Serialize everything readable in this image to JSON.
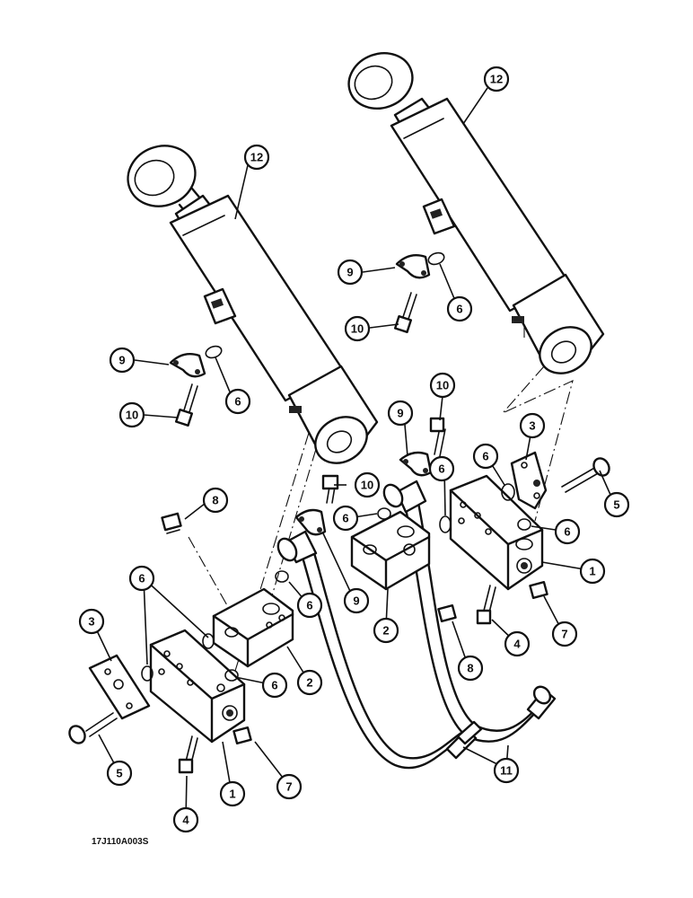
{
  "figure": {
    "code": "17J110A003S"
  },
  "callouts": [
    {
      "id": "c12a",
      "label": "12"
    },
    {
      "id": "c12b",
      "label": "12"
    },
    {
      "id": "c9a",
      "label": "9"
    },
    {
      "id": "c10a",
      "label": "10"
    },
    {
      "id": "c6a",
      "label": "6"
    },
    {
      "id": "c9b",
      "label": "9"
    },
    {
      "id": "c10b",
      "label": "10"
    },
    {
      "id": "c6b",
      "label": "6"
    },
    {
      "id": "c10c",
      "label": "10"
    },
    {
      "id": "c9c",
      "label": "9"
    },
    {
      "id": "c6c",
      "label": "6"
    },
    {
      "id": "c6d",
      "label": "6"
    },
    {
      "id": "c3a",
      "label": "3"
    },
    {
      "id": "c5a",
      "label": "5"
    },
    {
      "id": "c10d",
      "label": "10"
    },
    {
      "id": "c6e",
      "label": "6"
    },
    {
      "id": "c6f",
      "label": "6"
    },
    {
      "id": "c8a",
      "label": "8"
    },
    {
      "id": "c1a",
      "label": "1"
    },
    {
      "id": "c6g",
      "label": "6"
    },
    {
      "id": "c9d",
      "label": "9"
    },
    {
      "id": "c2a",
      "label": "2"
    },
    {
      "id": "c6h",
      "label": "6"
    },
    {
      "id": "c4a",
      "label": "4"
    },
    {
      "id": "c7a",
      "label": "7"
    },
    {
      "id": "c8b",
      "label": "8"
    },
    {
      "id": "c3b",
      "label": "3"
    },
    {
      "id": "c2b",
      "label": "2"
    },
    {
      "id": "c6i",
      "label": "6"
    },
    {
      "id": "c5b",
      "label": "5"
    },
    {
      "id": "c1b",
      "label": "1"
    },
    {
      "id": "c7b",
      "label": "7"
    },
    {
      "id": "c4b",
      "label": "4"
    },
    {
      "id": "c11a",
      "label": "11"
    }
  ]
}
